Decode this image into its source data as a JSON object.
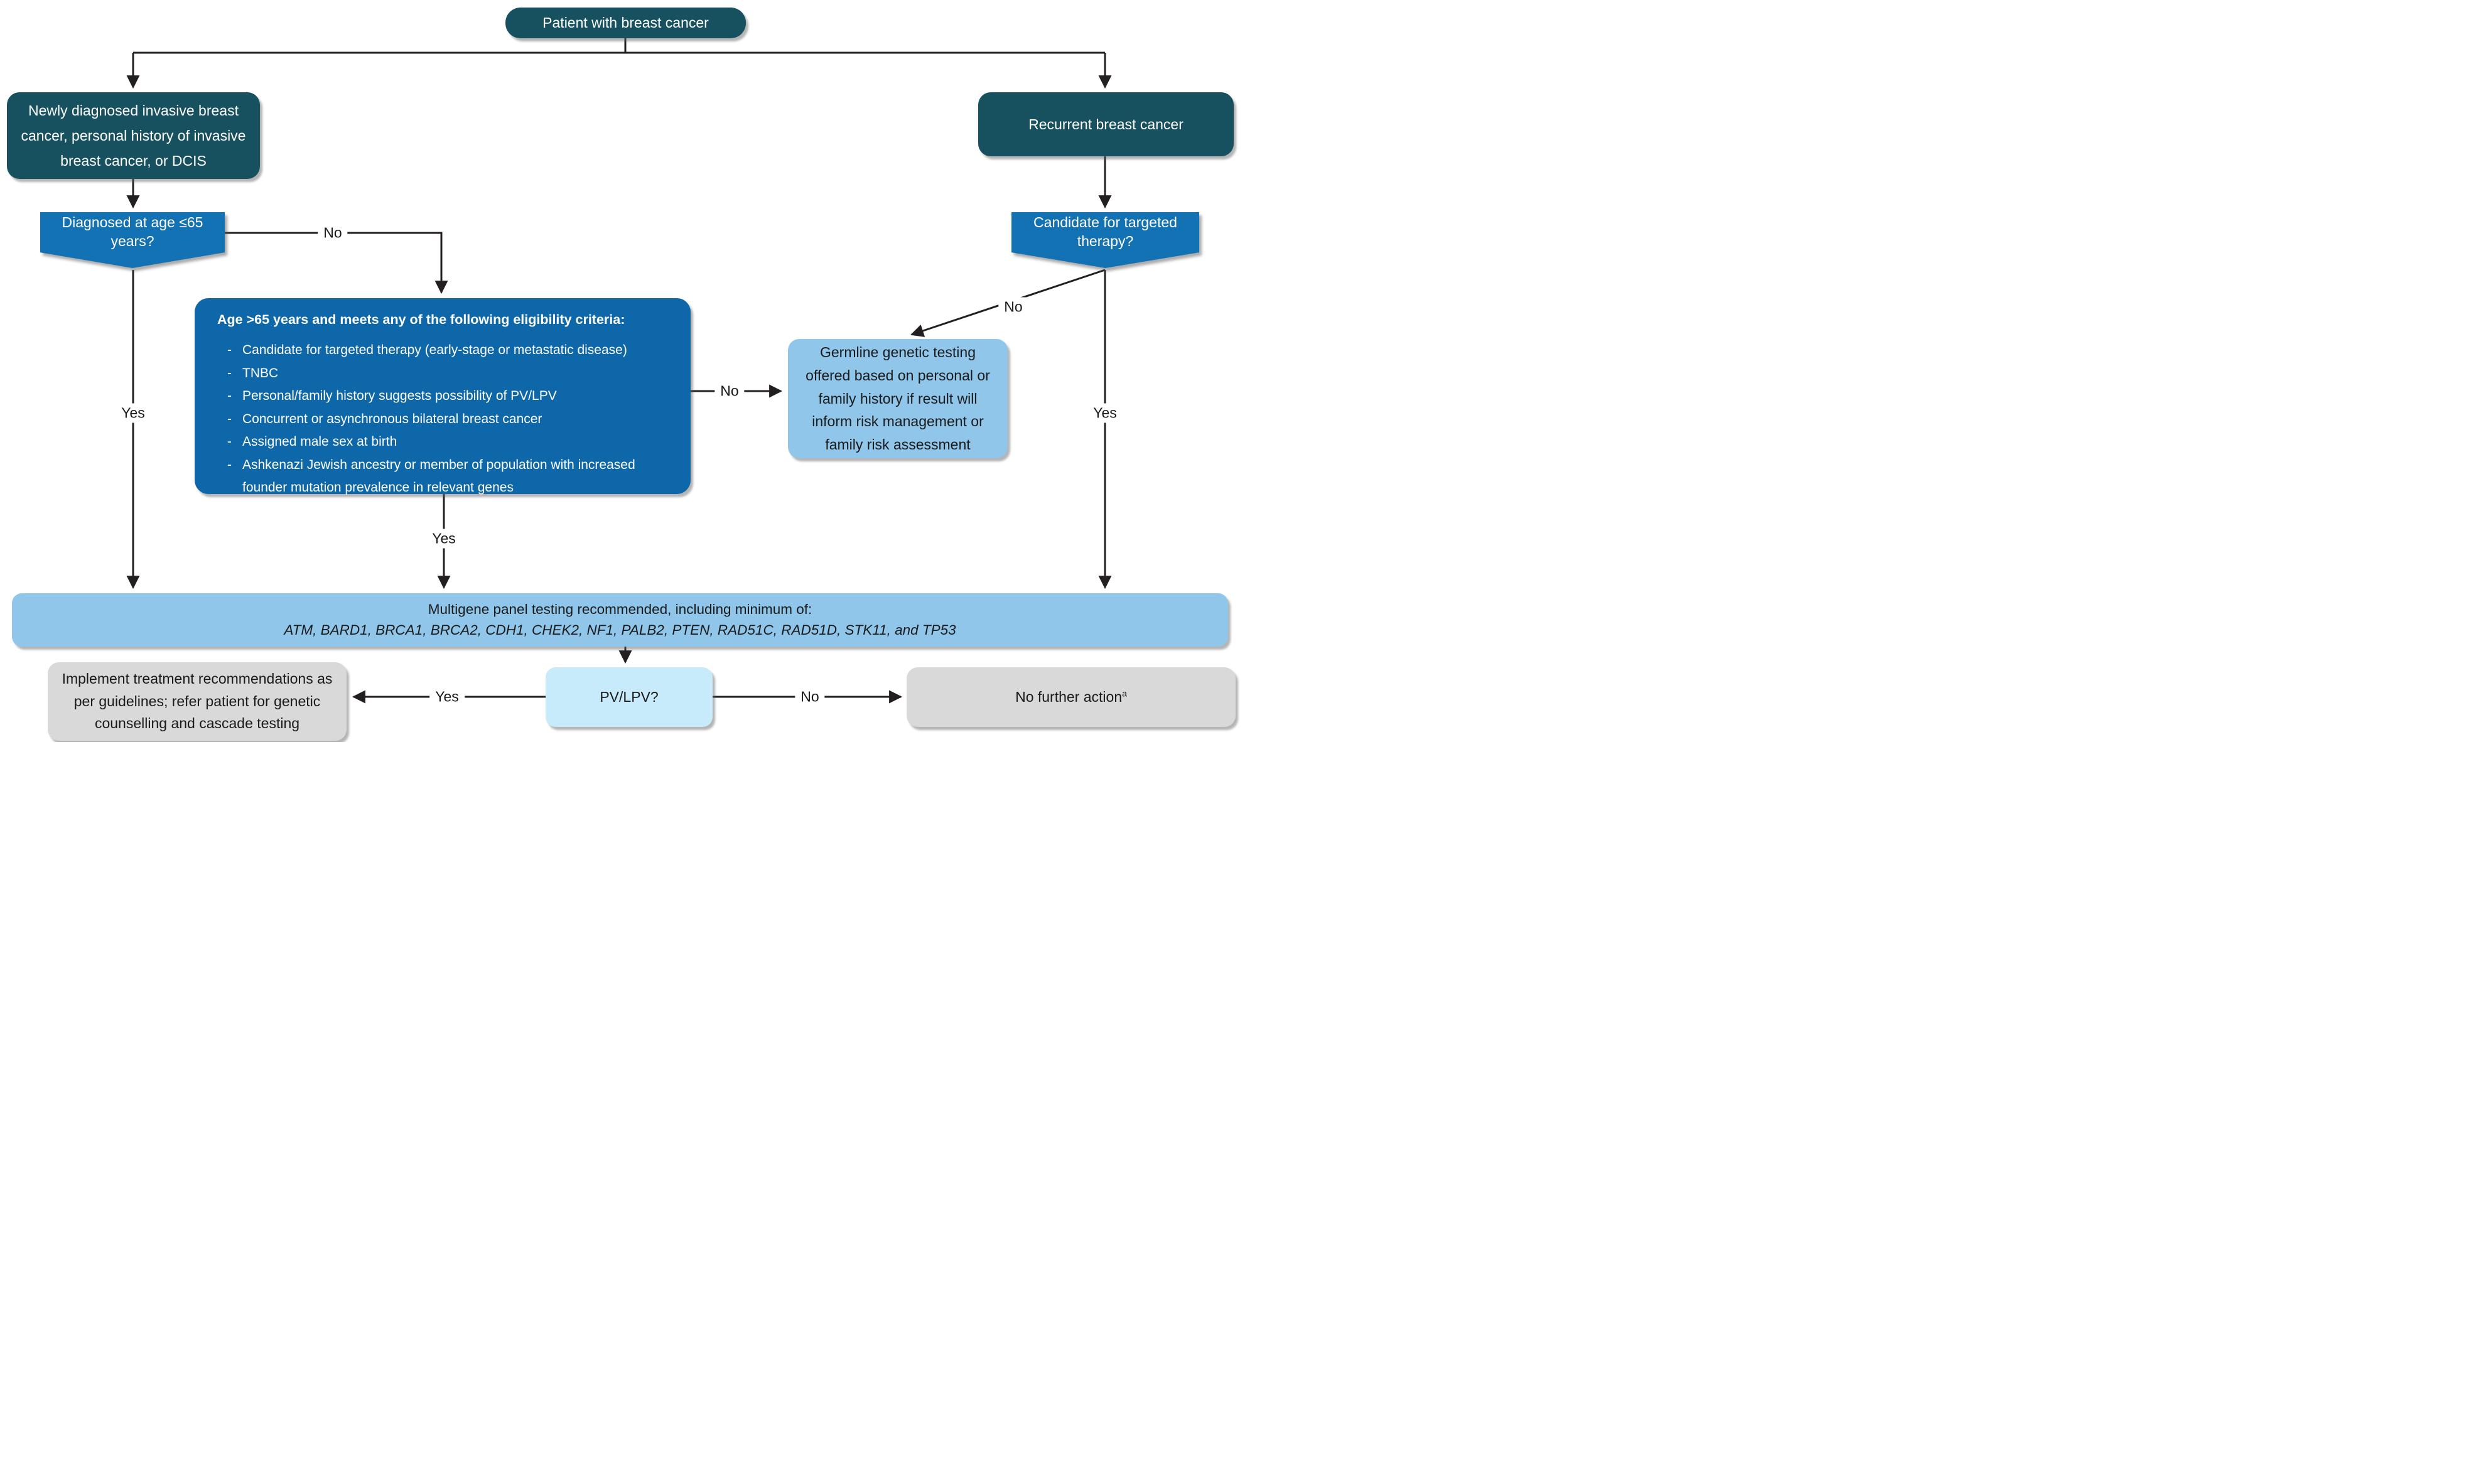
{
  "title": "Breast cancer germline genetic testing decision flowchart",
  "colors": {
    "dark_teal": "#17505f",
    "decision_blue": "#1372b4",
    "eligibility_blue": "#0e67a8",
    "light_blue": "#8fc6ea",
    "pale_blue": "#c7ebfa",
    "gray_box": "#d9d9d9",
    "line_color": "#231f20"
  },
  "ui": {
    "bullet": "-"
  },
  "nodes": {
    "patient": {
      "label": "Patient with breast cancer"
    },
    "newly_diagnosed": {
      "label": "Newly diagnosed invasive breast cancer, personal history of invasive breast cancer, or DCIS"
    },
    "recurrent": {
      "label": "Recurrent breast cancer"
    },
    "age_question": {
      "label": "Diagnosed at age ≤65 years?"
    },
    "candidate_question": {
      "label": "Candidate for targeted therapy?"
    },
    "eligibility": {
      "title": "Age >65 years and meets any of the following eligibility criteria:",
      "items": [
        "Candidate for targeted therapy (early-stage or metastatic disease)",
        "TNBC",
        "Personal/family history suggests possibility of PV/LPV",
        "Concurrent or asynchronous bilateral breast cancer",
        "Assigned male sex at birth",
        "Ashkenazi Jewish ancestry or member of population with increased founder mutation prevalence in relevant genes"
      ]
    },
    "germline": {
      "label": "Germline genetic testing offered based on personal or family history if result will inform risk management or family risk assessment"
    },
    "multigene": {
      "line1": "Multigene panel testing recommended, including minimum of:",
      "line2": "ATM, BARD1, BRCA1, BRCA2, CDH1, CHEK2, NF1, PALB2, PTEN, RAD51C, RAD51D, STK11, and TP53"
    },
    "implement": {
      "label": "Implement treatment recommendations as per guidelines; refer patient for genetic counselling and cascade testing"
    },
    "pvlpv": {
      "label": "PV/LPV?"
    },
    "no_action": {
      "label": "No further action",
      "superscript": "a"
    }
  },
  "edges": {
    "age_no": "No",
    "age_yes": "Yes",
    "eligibility_yes": "Yes",
    "eligibility_no": "No",
    "candidate_no": "No",
    "candidate_yes": "Yes",
    "pvlpv_yes": "Yes",
    "pvlpv_no": "No"
  }
}
